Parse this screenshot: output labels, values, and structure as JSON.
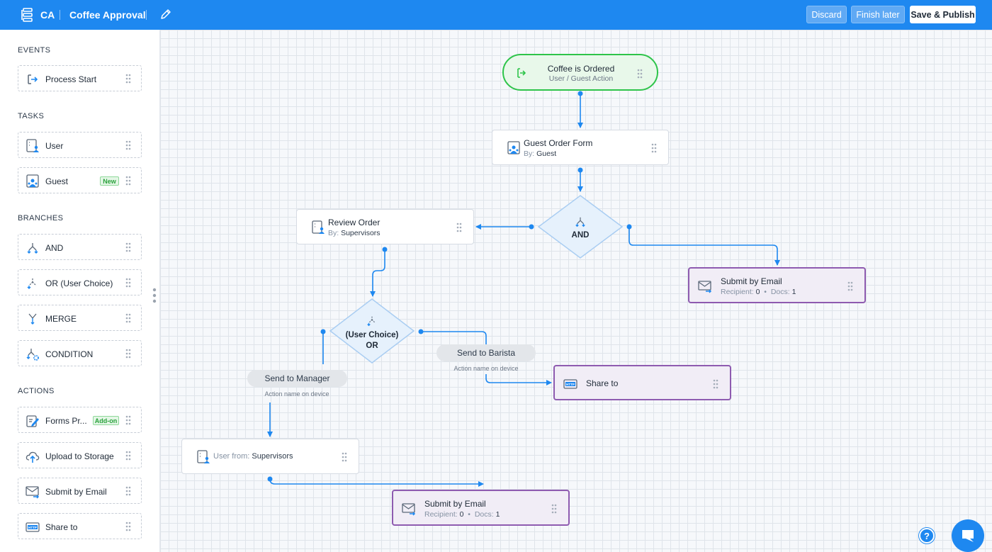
{
  "header": {
    "abbr": "CA",
    "title": "Coffee Approval",
    "discard_label": "Discard",
    "finish_later_label": "Finish later",
    "save_publish_label": "Save & Publish"
  },
  "sidebar": {
    "events_heading": "EVENTS",
    "events": [
      {
        "label": "Process Start",
        "icon": "process-start-icon"
      }
    ],
    "tasks_heading": "TASKS",
    "tasks": [
      {
        "label": "User",
        "icon": "user-task-icon"
      },
      {
        "label": "Guest",
        "icon": "guest-task-icon",
        "badge": "New"
      }
    ],
    "branches_heading": "BRANCHES",
    "branches": [
      {
        "label": "AND",
        "icon": "and-branch-icon"
      },
      {
        "label": "OR (User Choice)",
        "icon": "or-branch-icon"
      },
      {
        "label": "MERGE",
        "icon": "merge-branch-icon"
      },
      {
        "label": "CONDITION",
        "icon": "condition-branch-icon"
      }
    ],
    "actions_heading": "ACTIONS",
    "actions": [
      {
        "label": "Forms Pr...",
        "icon": "forms-pro-icon",
        "badge": "Add-on"
      },
      {
        "label": "Upload to Storage",
        "icon": "cloud-upload-icon"
      },
      {
        "label": "Submit by Email",
        "icon": "email-icon"
      },
      {
        "label": "Share to",
        "icon": "http-icon"
      }
    ]
  },
  "canvas": {
    "start_event": {
      "title": "Coffee is Ordered",
      "subtitle": "User / Guest Action"
    },
    "guest_order_form": {
      "title": "Guest Order Form",
      "by_label": "By:",
      "by_value": "Guest"
    },
    "and_gateway": {
      "label": "AND"
    },
    "review_order": {
      "title": "Review Order",
      "by_label": "By:",
      "by_value": "Supervisors"
    },
    "submit_email_top": {
      "title": "Submit by Email",
      "recipient_label": "Recipient:",
      "recipient_value": "0",
      "docs_label": "Docs:",
      "docs_value": "1"
    },
    "or_gateway": {
      "line1": "(User Choice)",
      "line2": "OR"
    },
    "send_to_barista": {
      "label": "Send to Barista",
      "caption": "Action name on device"
    },
    "send_to_manager": {
      "label": "Send to Manager",
      "caption": "Action name on device"
    },
    "share_to": {
      "title": "Share to"
    },
    "user_from": {
      "label": "User from:",
      "value": "Supervisors"
    },
    "submit_email_bottom": {
      "title": "Submit by Email",
      "recipient_label": "Recipient:",
      "recipient_value": "0",
      "docs_label": "Docs:",
      "docs_value": "1"
    }
  },
  "help_label": "?",
  "colors": {
    "topbar": "#1e88f0",
    "connector": "#1e88f0",
    "event_border": "#2ec44a",
    "action_border": "#8e5bb0",
    "badge_green": "#2aa23c"
  }
}
